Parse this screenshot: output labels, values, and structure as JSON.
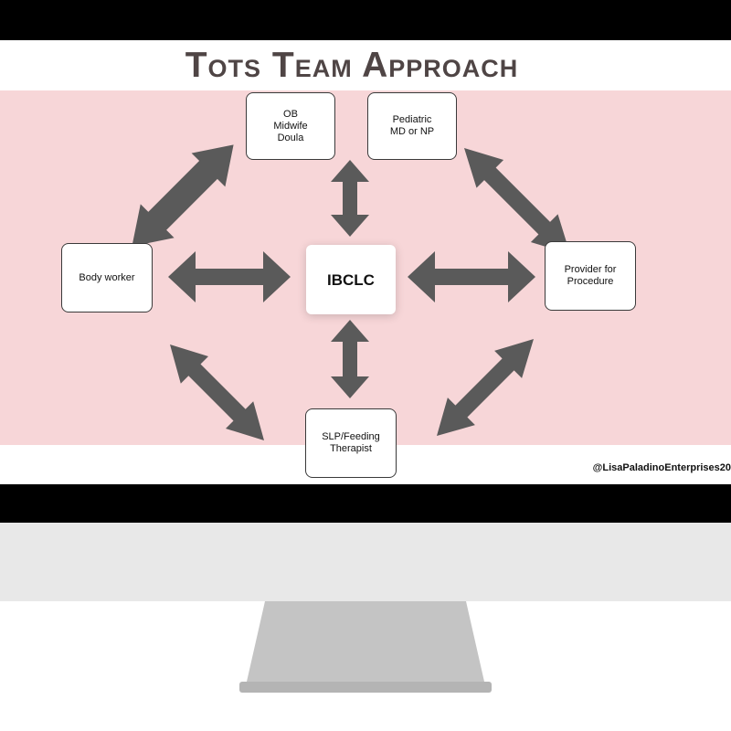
{
  "slide": {
    "title": "Tots Team Approach",
    "credit": "@LisaPaladinoEnterprises20"
  },
  "diagram": {
    "center": {
      "label": "IBCLC"
    },
    "nodes": {
      "ob": "OB\nMidwife\nDoula",
      "pediatric": "Pediatric\nMD or NP",
      "body_worker": "Body worker",
      "provider": "Provider for\nProcedure",
      "slp": "SLP/Feeding\nTherapist"
    },
    "arrow_color": "#5a5a5a",
    "band_color": "#f7d6d8"
  }
}
